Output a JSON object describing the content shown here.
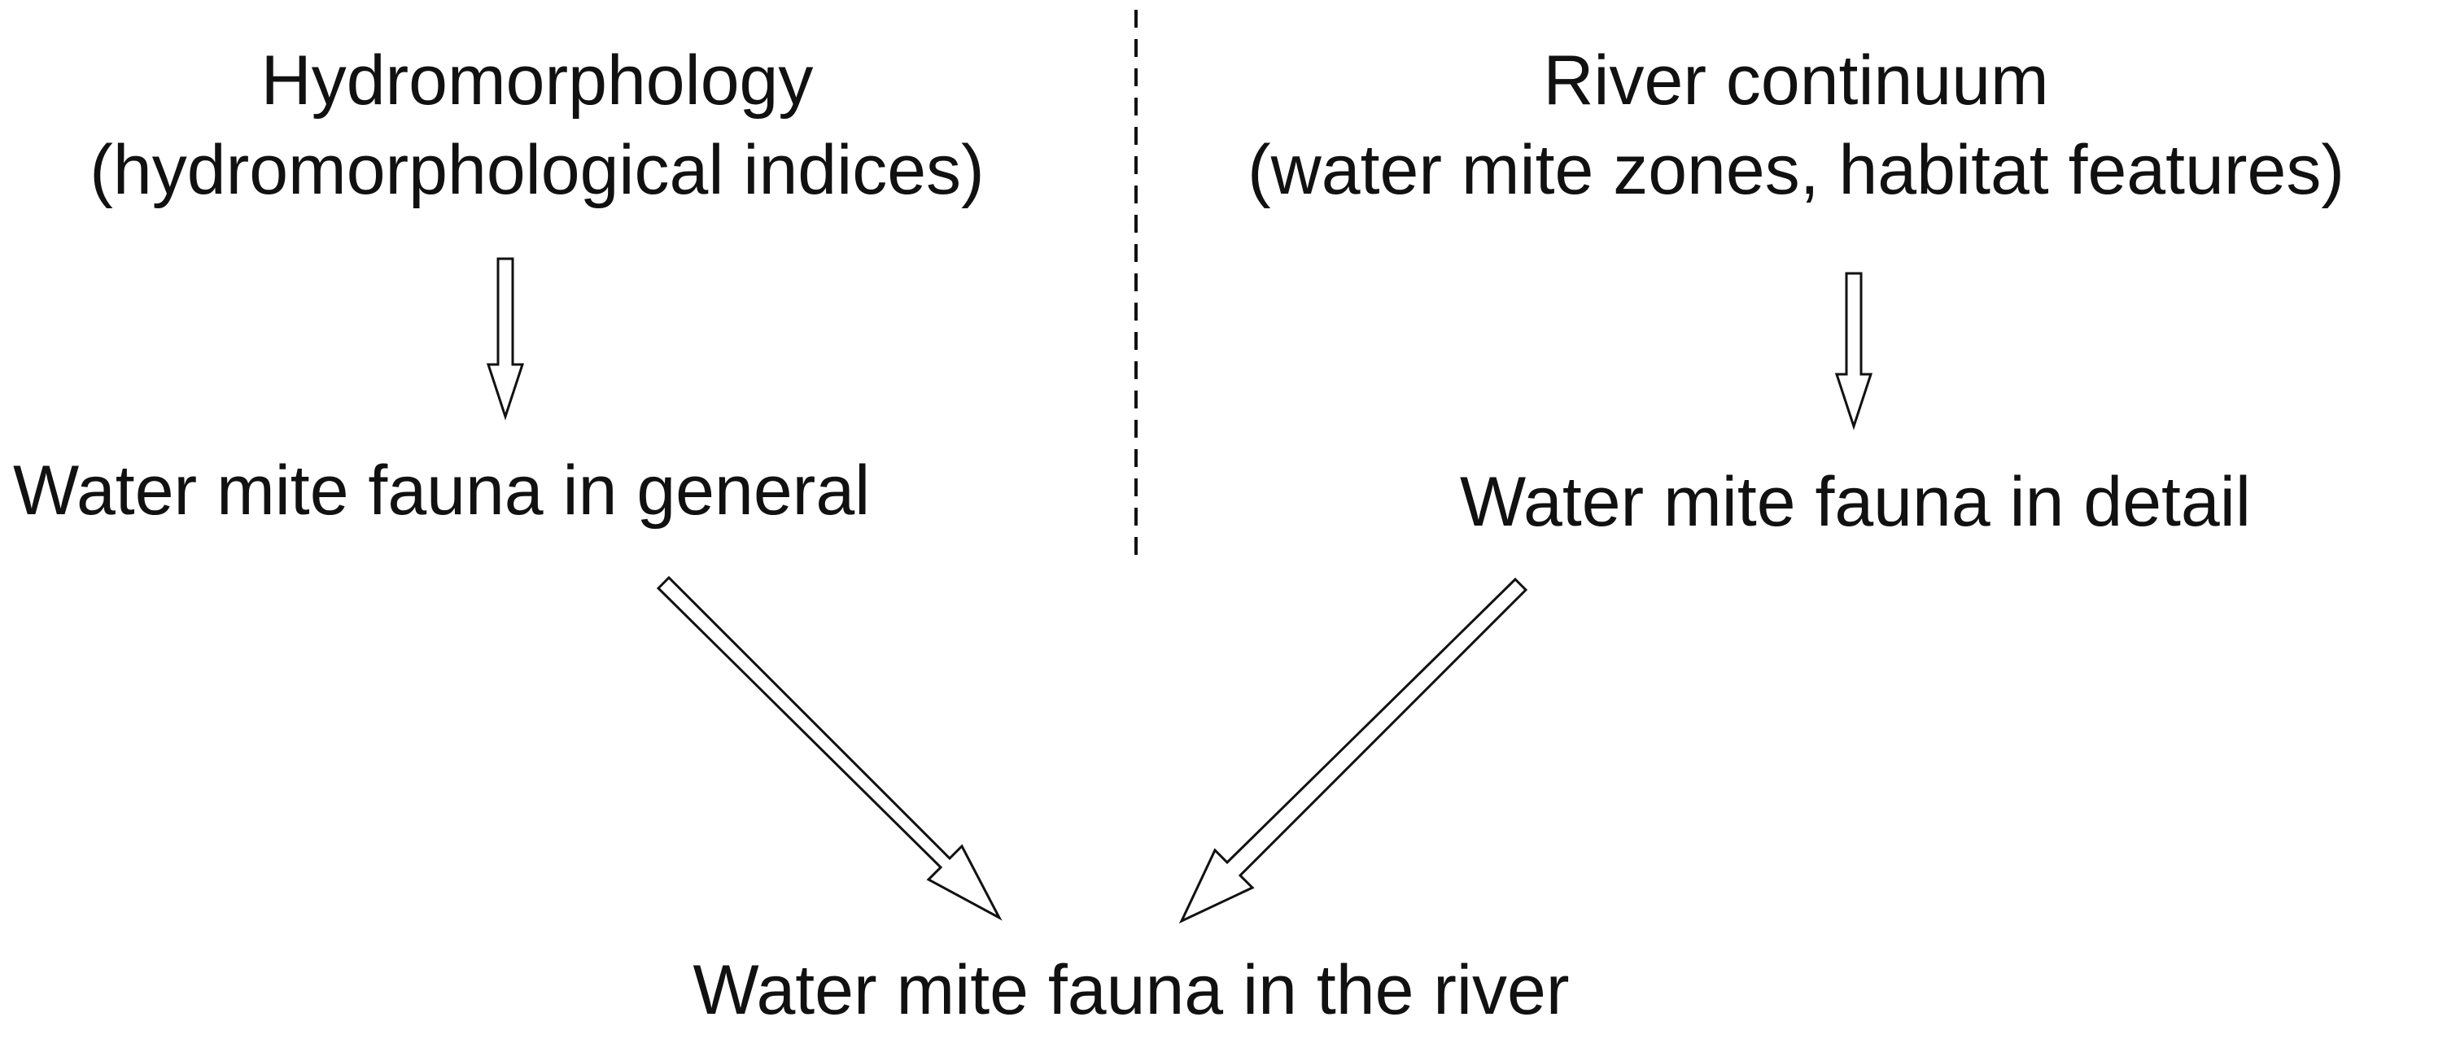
{
  "left_column": {
    "heading": "Hydromorphology",
    "subheading": "(hydromorphological indices)",
    "outcome": "Water mite fauna in general"
  },
  "right_column": {
    "heading": "River continuum",
    "subheading": "(water mite zones, habitat features)",
    "outcome": "Water mite fauna in detail"
  },
  "result": "Water mite fauna in the river",
  "colors": {
    "text": "#111111",
    "line": "#111111",
    "arrow_fill": "#ffffff"
  }
}
